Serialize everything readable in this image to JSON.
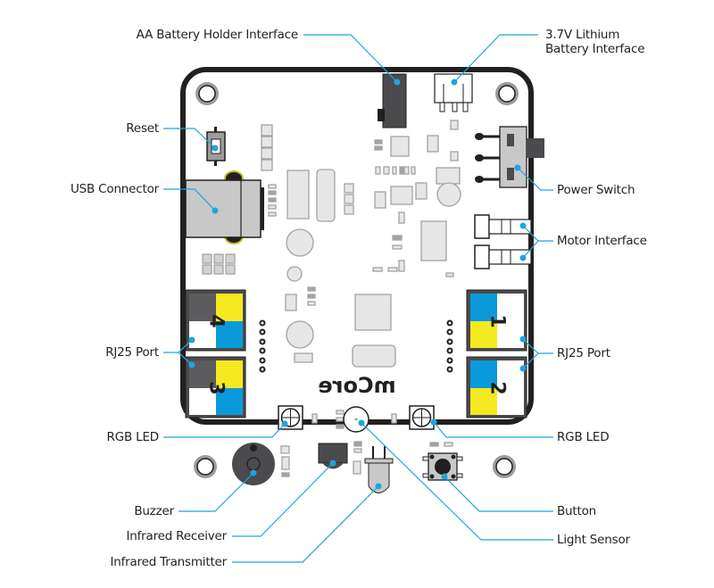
{
  "diagram": {
    "subject": "mCore board",
    "board_silkscreen": "mCore",
    "accent_color": "#1ea5e0",
    "pcb_outline_color": "#231f20",
    "rj25_colors": {
      "yellow": "#f3e91e",
      "blue": "#0a9adb",
      "gray": "#5b5b5d",
      "white": "#ffffff"
    },
    "ports": [
      {
        "id": "port1",
        "number": "1"
      },
      {
        "id": "port2",
        "number": "2"
      },
      {
        "id": "port3",
        "number": "3"
      },
      {
        "id": "port4",
        "number": "4"
      }
    ],
    "labels": {
      "aa_battery": "AA Battery Holder Interface",
      "lithium_battery": "3.7V Lithium\nBattery Interface",
      "reset": "Reset",
      "usb": "USB Connector",
      "power_switch": "Power Switch",
      "motor": "Motor Interface",
      "rj25_left": "RJ25 Port",
      "rj25_right": "RJ25 Port",
      "rgb_left": "RGB LED",
      "rgb_right": "RGB LED",
      "buzzer": "Buzzer",
      "ir_receiver": "Infrared Receiver",
      "ir_transmitter": "Infrared Transmitter",
      "button": "Button",
      "light_sensor": "Light Sensor"
    }
  }
}
